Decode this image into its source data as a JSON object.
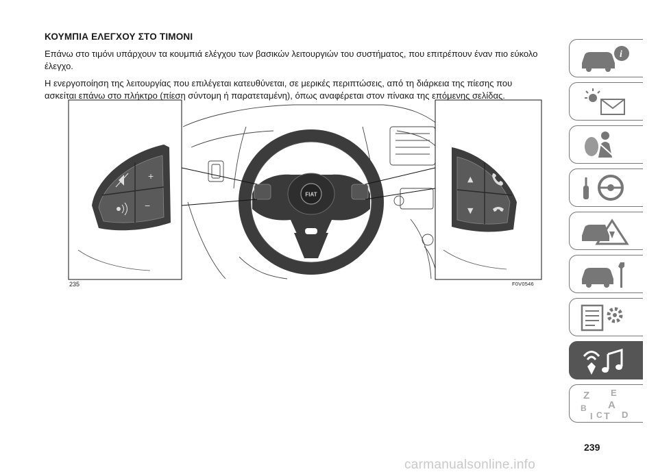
{
  "section": {
    "heading": "ΚΟΥΜΠΙΑ ΕΛΕΓΧΟΥ ΣΤΟ ΤΙΜΟΝΙ",
    "paragraphs": [
      "Επάνω στο τιμόνι υπάρχουν τα κουμπιά ελέγχου των βασικών λειτουργιών του συστήματος, που επιτρέπουν έναν πιο εύκολο έλεγχο.",
      "Η ενεργοποίηση της λειτουργίας που επιλέγεται κατευθύνεται, σε μερικές περιπτώσεις, από τη διάρκεια της πίεσης που ασκείται επάνω στο πλήκτρο (πίεση σύντομη ή παρατεταμένη), όπως αναφέρεται στον πίνακα της επόμενης σελίδας."
    ]
  },
  "figure": {
    "number": "235",
    "code": "F0V0546",
    "left_controls": [
      "+",
      "−"
    ],
    "right_controls": [
      "▲",
      "▼"
    ],
    "hub_logo": "FIAT"
  },
  "tabs": [
    {
      "icon": "car-info-icon"
    },
    {
      "icon": "warning-lights-icon"
    },
    {
      "icon": "safety-airbag-icon"
    },
    {
      "icon": "starting-driving-icon"
    },
    {
      "icon": "emergency-icon"
    },
    {
      "icon": "maintenance-icon"
    },
    {
      "icon": "technical-data-icon"
    },
    {
      "icon": "multimedia-icon",
      "active": true
    },
    {
      "icon": "index-icon",
      "letters": [
        "Z",
        "E",
        "B",
        "A",
        "I",
        "C",
        "T",
        "D"
      ]
    }
  ],
  "page_number": "239",
  "watermark": "carmanualsonline.info",
  "colors": {
    "active_tab": "#555555",
    "tab_border": "#777777",
    "text": "#1a1a1a"
  }
}
